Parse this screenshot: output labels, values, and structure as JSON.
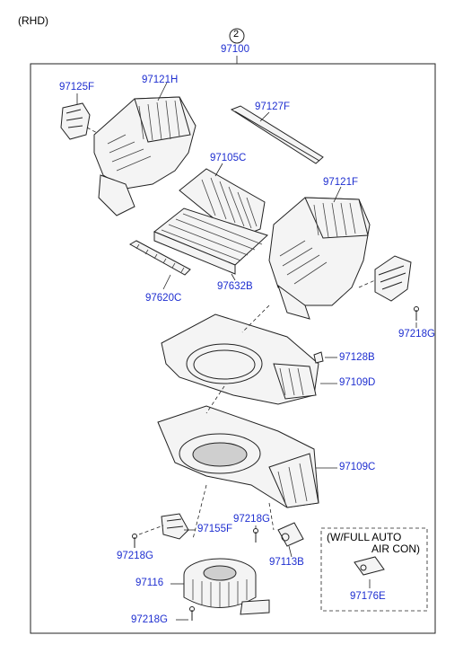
{
  "variant_note": "(RHD)",
  "assembly": {
    "index": "2",
    "part_no": "97100"
  },
  "labels": {
    "l97125F": "97125F",
    "l97121H": "97121H",
    "l97127F": "97127F",
    "l97105C": "97105C",
    "l97121F": "97121F",
    "l97620C": "97620C",
    "l97632B": "97632B",
    "l97218G_a": "97218G",
    "l97128B": "97128B",
    "l97109D": "97109D",
    "l97109C": "97109C",
    "l97155F": "97155F",
    "l97218G_b": "97218G",
    "l97218G_c": "97218G",
    "l97113B": "97113B",
    "l97116": "97116",
    "l97218G_d": "97218G"
  },
  "option_box": {
    "title_line1": "(W/FULL AUTO",
    "title_line2": "AIR CON)",
    "part_no": "97176E"
  },
  "colors": {
    "label": "#1f2fd0",
    "line": "#222222"
  }
}
